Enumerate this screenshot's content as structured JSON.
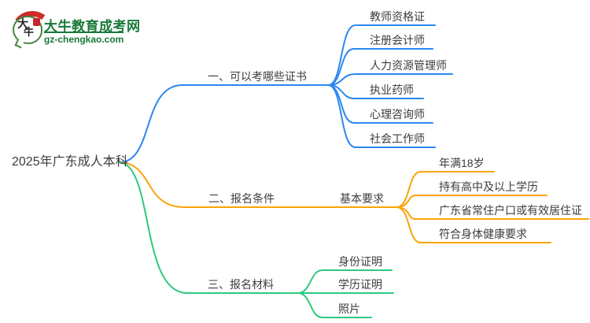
{
  "site": {
    "logo_text_top": "大",
    "logo_text_bottom": "牛",
    "title": "大牛教育成考网",
    "domain": "gz-chengkao.com"
  },
  "colors": {
    "branch1": "#2b87f0",
    "branch2": "#fca308",
    "branch3": "#2dc97e",
    "text": "#3c3c3c",
    "logo_green": "#187a38",
    "logo_red": "#cf2b27"
  },
  "mindmap": {
    "root": "2025年广东成人本科",
    "branches": [
      {
        "label": "一、可以考哪些证书",
        "items": [
          "教师资格证",
          "注册会计师",
          "人力资源管理师",
          "执业药师",
          "心理咨询师",
          "社会工作师"
        ]
      },
      {
        "label": "二、报名条件",
        "sublabel": "基本要求",
        "items": [
          "年满18岁",
          "持有高中及以上学历",
          "广东省常住户口或有效居住证",
          "符合身体健康要求"
        ]
      },
      {
        "label": "三、报名材料",
        "items": [
          "身份证明",
          "学历证明",
          "照片"
        ]
      }
    ]
  }
}
